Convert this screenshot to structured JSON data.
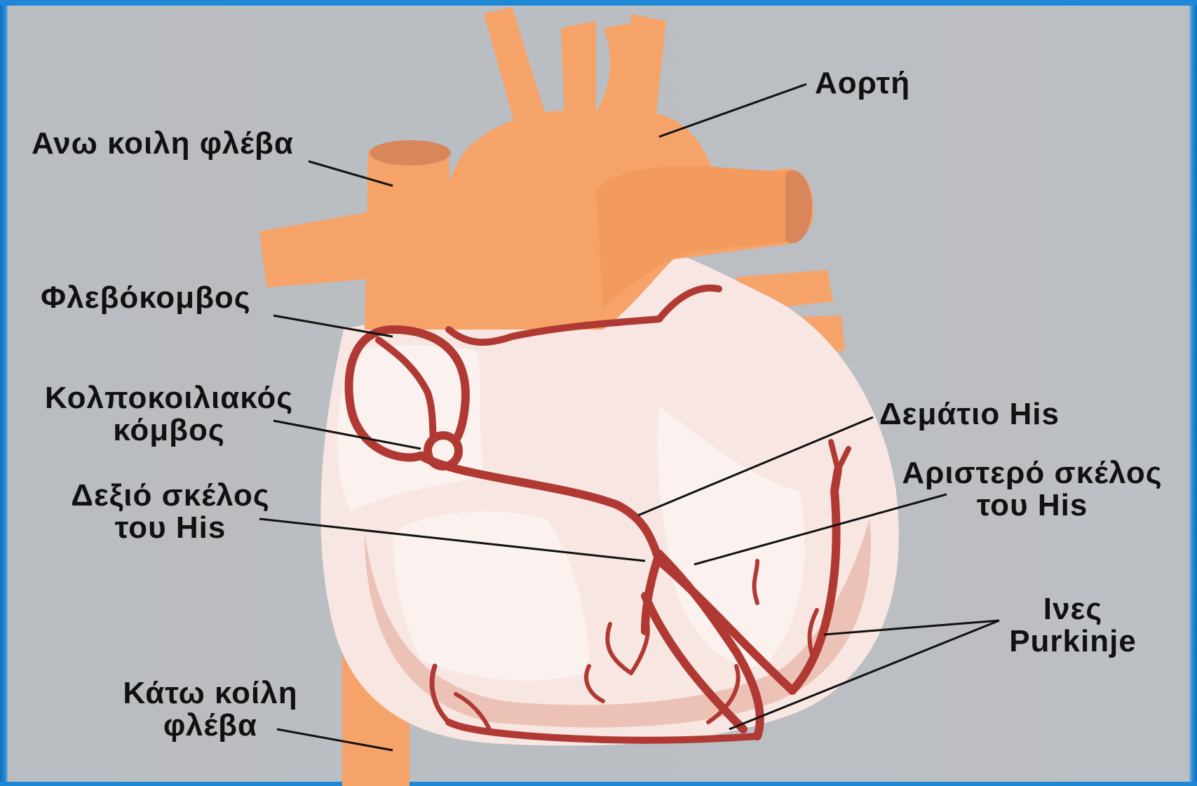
{
  "labels": {
    "aorta": "Αορτή",
    "superior_vena_cava": "Ανω κοιλη φλέβα",
    "sinoatrial_node": "Φλεβόκομβος",
    "av_node_line1": "Κολποκοιλιακός",
    "av_node_line2": "κόμβος",
    "bundle_his": "Δεμάτιο His",
    "right_branch_line1": "Δεξιό σκέλος",
    "right_branch_line2": "του His",
    "left_branch_line1": "Αριστερό σκέλος",
    "left_branch_line2": "του His",
    "purkinje_line1": "Ινες",
    "purkinje_line2": "Purkinje",
    "inferior_vena_cava_line1": "Κάτω κοίλη",
    "inferior_vena_cava_line2": "φλέβα"
  },
  "colors": {
    "background": "#bcbfc3",
    "frame": "#1479c7",
    "vessel": "#f6a36a",
    "vessel_dark": "#d9865a",
    "heart_body": "#f7e6e1",
    "heart_inner": "#fbf2ef",
    "conduction": "#b03a33"
  }
}
